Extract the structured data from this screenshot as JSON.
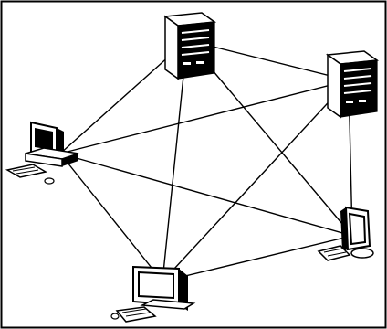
{
  "diagram": {
    "type": "mesh-network",
    "colors": {
      "background": "#ffffff",
      "border": "#000000",
      "link": "#000000",
      "device_fill": "#ffffff",
      "device_dark": "#000000"
    },
    "nodes": [
      {
        "id": "server-top",
        "kind": "server",
        "icon": "server-tower-icon"
      },
      {
        "id": "server-right",
        "kind": "server",
        "icon": "server-tower-icon"
      },
      {
        "id": "workstation-left",
        "kind": "desktop-computer",
        "icon": "desktop-computer-icon"
      },
      {
        "id": "workstation-right",
        "kind": "desktop-computer",
        "icon": "desktop-computer-icon"
      },
      {
        "id": "workstation-bottom",
        "kind": "desktop-computer",
        "icon": "desktop-computer-icon"
      }
    ],
    "links": [
      [
        "server-top",
        "server-right"
      ],
      [
        "server-top",
        "workstation-left"
      ],
      [
        "server-top",
        "workstation-right"
      ],
      [
        "server-top",
        "workstation-bottom"
      ],
      [
        "server-right",
        "workstation-left"
      ],
      [
        "server-right",
        "workstation-right"
      ],
      [
        "server-right",
        "workstation-bottom"
      ],
      [
        "workstation-left",
        "workstation-right"
      ],
      [
        "workstation-left",
        "workstation-bottom"
      ],
      [
        "workstation-right",
        "workstation-bottom"
      ]
    ]
  }
}
